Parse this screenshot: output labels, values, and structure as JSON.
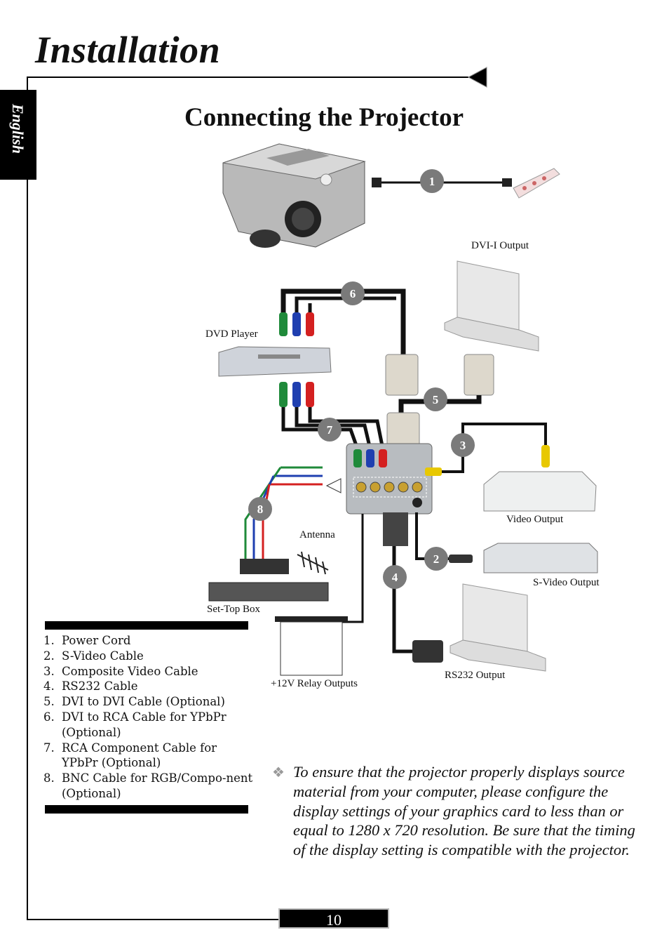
{
  "header": {
    "section_title": "Installation",
    "language_tab": "English"
  },
  "page_heading": "Connecting the Projector",
  "diagram": {
    "callouts": [
      "1",
      "2",
      "3",
      "4",
      "5",
      "6",
      "7",
      "8"
    ],
    "labels": {
      "dvi_output": "DVI-I Output",
      "dvd_player": "DVD Player",
      "video_output": "Video Output",
      "antenna": "Antenna",
      "svideo_output": "S-Video Output",
      "settop_box": "Set-Top Box",
      "relay_outputs": "+12V Relay  Outputs",
      "rs232_output": "RS232 Output"
    }
  },
  "cable_list": [
    {
      "num": "1.",
      "text": "Power Cord"
    },
    {
      "num": "2.",
      "text": "S-Video Cable"
    },
    {
      "num": "3.",
      "text": "Composite Video Cable"
    },
    {
      "num": "4.",
      "text": "RS232 Cable"
    },
    {
      "num": "5.",
      "text": "DVI to DVI Cable (Optional)"
    },
    {
      "num": "6.",
      "text": "DVI to RCA Cable for YPbPr (Optional)"
    },
    {
      "num": "7.",
      "text": "RCA Component Cable for YPbPr (Optional)"
    },
    {
      "num": "8.",
      "text": "BNC Cable for RGB/Compo-nent (Optional)"
    }
  ],
  "note": {
    "bullet_icon": "diamond-bullet-icon",
    "text": "To ensure that the projector properly displays source material from your computer, please configure the display settings of your graphics card to less than or equal to 1280 x 720 resolution. Be sure that the timing of the display setting is compatible with the projector."
  },
  "footer": {
    "page_number": "10"
  },
  "colors": {
    "tab_bg": "#000000",
    "green": "#1f8a3a",
    "blue": "#1f3fb0",
    "red": "#d42020",
    "yellow": "#e8c800",
    "callout": "#7a7a7a"
  }
}
